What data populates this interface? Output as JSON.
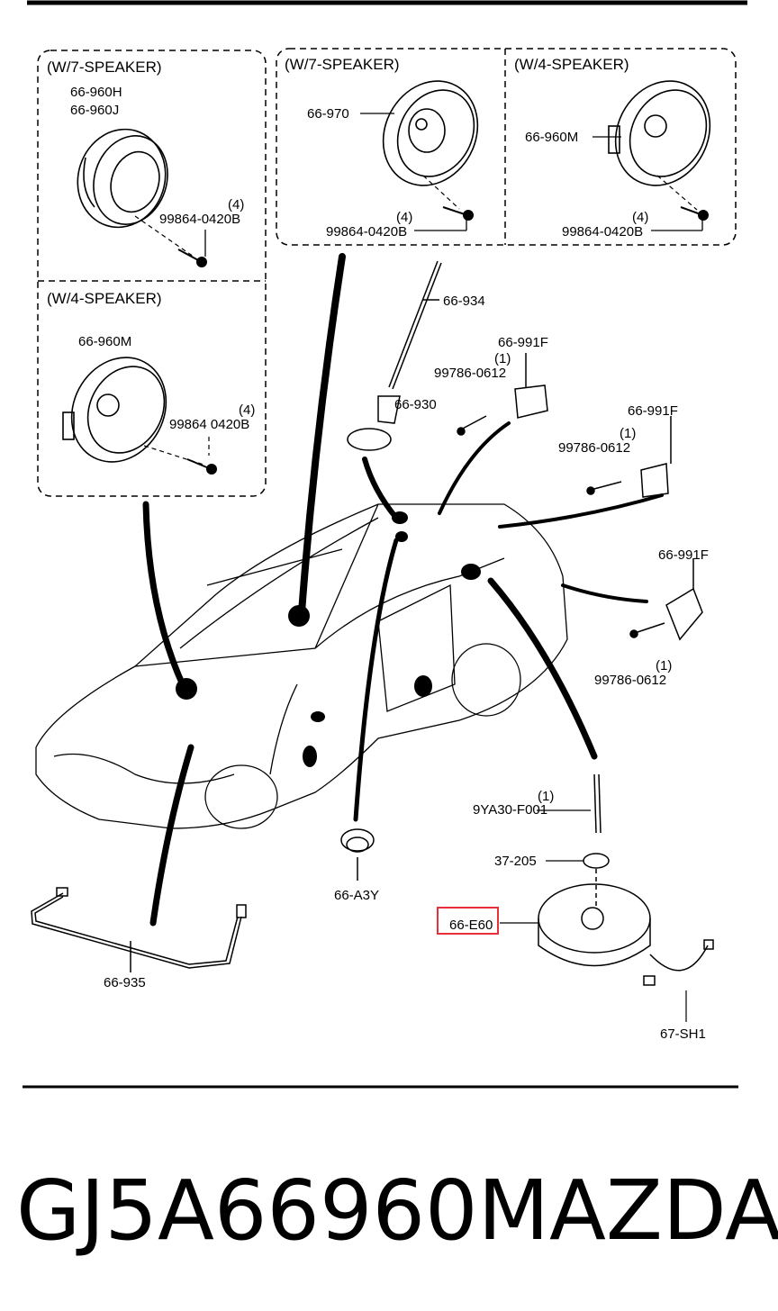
{
  "boxes": {
    "left_top_header": "(W/7-SPEAKER)",
    "left_bottom_header": "(W/4-SPEAKER)",
    "mid_header": "(W/7-SPEAKER)",
    "right_header": "(W/4-SPEAKER)"
  },
  "labels": {
    "p_66_960H": "66-960H",
    "p_66_960J": "66-960J",
    "p_66_970": "66-970",
    "p_66_960M_right": "66-960M",
    "p_66_960M_left": "66-960M",
    "screw_lt": "99864-0420B",
    "screw_mid": "99864-0420B",
    "screw_right": "99864-0420B",
    "screw_lb": "99864 0420B",
    "qty4": "(4)",
    "qty1": "(1)",
    "p_66_934": "66-934",
    "p_66_930": "66-930",
    "p_66_991F_a": "66-991F",
    "p_66_991F_b": "66-991F",
    "p_66_991F_c": "66-991F",
    "screw_991_a": "99786-0612",
    "screw_991_b": "99786-0612",
    "screw_991_c": "99786-0612",
    "p_9YA30": "9YA30-F001",
    "p_37_205": "37-205",
    "p_66_E60": "66-E60",
    "p_66_A3Y": "66-A3Y",
    "p_66_935": "66-935",
    "p_67_SH1": "67-SH1"
  },
  "highlight_color": "#e8303a",
  "footer": {
    "part_number": "GJ5A66960",
    "brand": "MAZDA"
  }
}
